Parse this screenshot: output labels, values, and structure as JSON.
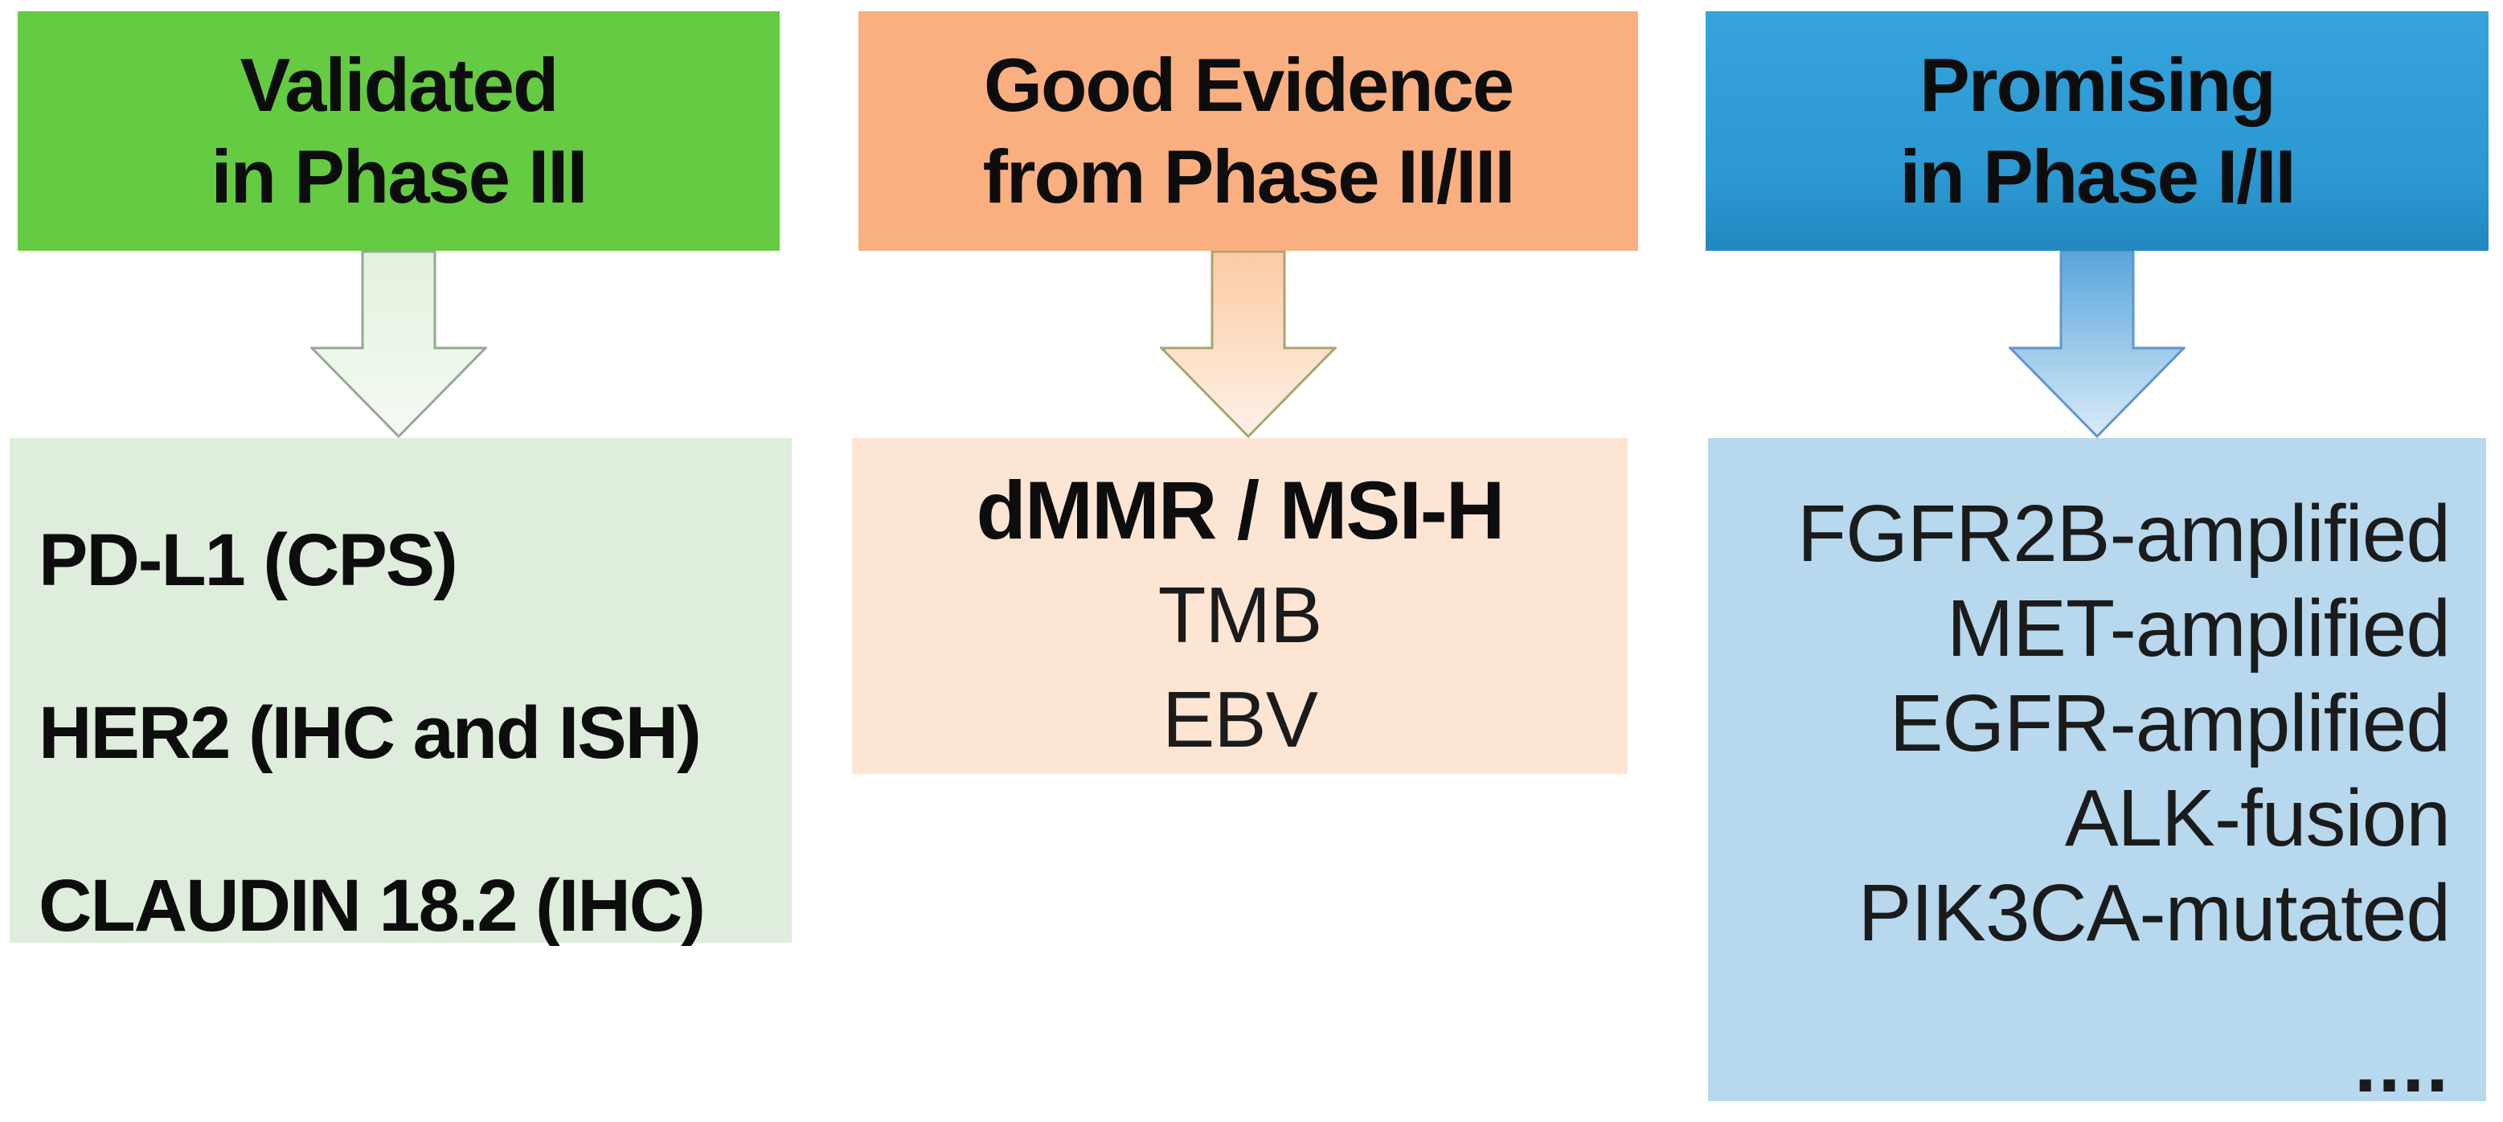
{
  "figure": {
    "background_color": "#FFFFFF",
    "text_color": "#0D0D0D",
    "columns": [
      {
        "id": "validated",
        "header": {
          "line1": "Validated",
          "line2": "in Phase III"
        },
        "header_bg": "#64CB43",
        "box_bg": "#DEEDDC",
        "arrow": {
          "fill_top": "#E2F2DD",
          "fill_bottom": "#F5FAF3",
          "stroke": "#94A894"
        },
        "items": [
          "PD-L1 (CPS)",
          "HER2 (IHC and ISH)",
          "CLAUDIN 18.2 (IHC)"
        ]
      },
      {
        "id": "good-evidence",
        "header": {
          "line1": "Good Evidence",
          "line2": "from Phase II/III"
        },
        "header_bg": "#FAAF80",
        "box_bg": "#FDE5D4",
        "arrow": {
          "fill_top": "#FBCBA4",
          "fill_bottom": "#FEF1E8",
          "stroke": "#A8A56E"
        },
        "items": [
          "dMMR / MSI-H",
          "TMB",
          "EBV"
        ]
      },
      {
        "id": "promising",
        "header": {
          "line1": "Promising",
          "line2": "in Phase I/II"
        },
        "header_bg": "#2E9ED9",
        "box_bg": "#B7D8ED",
        "arrow": {
          "fill_top": "#58A5DB",
          "fill_bottom": "#D9EBF8",
          "stroke": "#6096CB"
        },
        "items": [
          "FGFR2B-amplified",
          "MET-amplified",
          "EGFR-amplified",
          "ALK-fusion",
          "PIK3CA-mutated",
          "...."
        ]
      }
    ]
  }
}
